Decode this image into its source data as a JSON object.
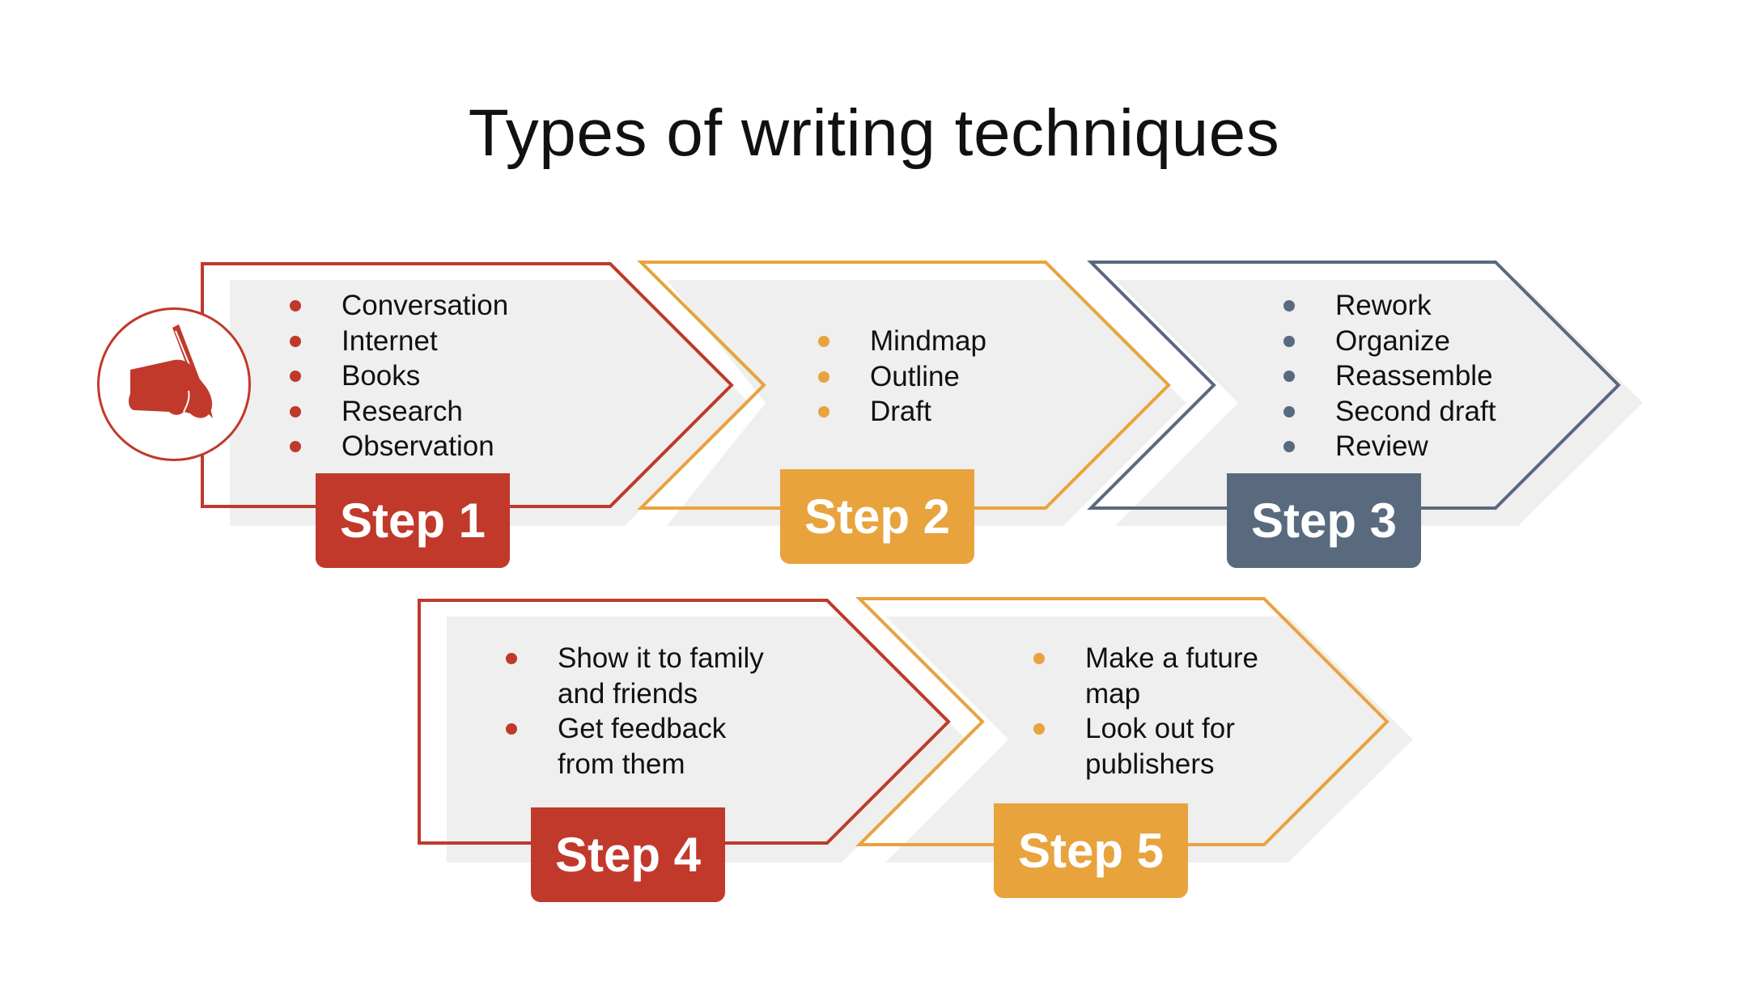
{
  "title": "Types of writing techniques",
  "colors": {
    "red": "#c0392b",
    "orange": "#e8a33d",
    "slate": "#596a7f",
    "panel": "#efefef"
  },
  "icon": "hand-writing-with-pen-icon",
  "steps": [
    {
      "label": "Step 1",
      "items": [
        "Conversation",
        "Internet",
        "Books",
        "Research",
        "Observation"
      ]
    },
    {
      "label": "Step 2",
      "items": [
        "Mindmap",
        "Outline",
        "Draft"
      ]
    },
    {
      "label": "Step 3",
      "items": [
        "Rework",
        "Organize",
        "Reassemble",
        "Second draft",
        "Review"
      ]
    },
    {
      "label": "Step 4",
      "items": [
        "Show it to family and friends",
        "Get feedback from them"
      ]
    },
    {
      "label": "Step 5",
      "items": [
        "Make a future map",
        "Look out for publishers"
      ]
    }
  ]
}
